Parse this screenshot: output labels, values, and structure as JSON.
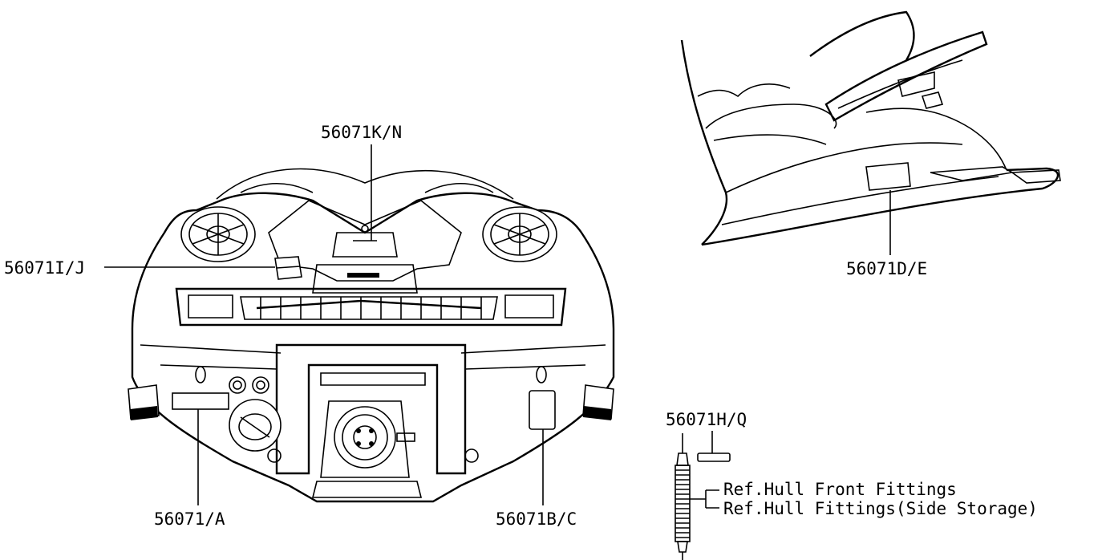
{
  "callouts": {
    "top_center": "56071K/N",
    "left": "56071I/J",
    "bottom_left": "56071/A",
    "bottom_mid": "56071B/C",
    "side_view": "56071D/E",
    "tube": "56071H/Q"
  },
  "references": {
    "line1": "Ref.Hull Front Fittings",
    "line2": "Ref.Hull Fittings(Side Storage)"
  }
}
